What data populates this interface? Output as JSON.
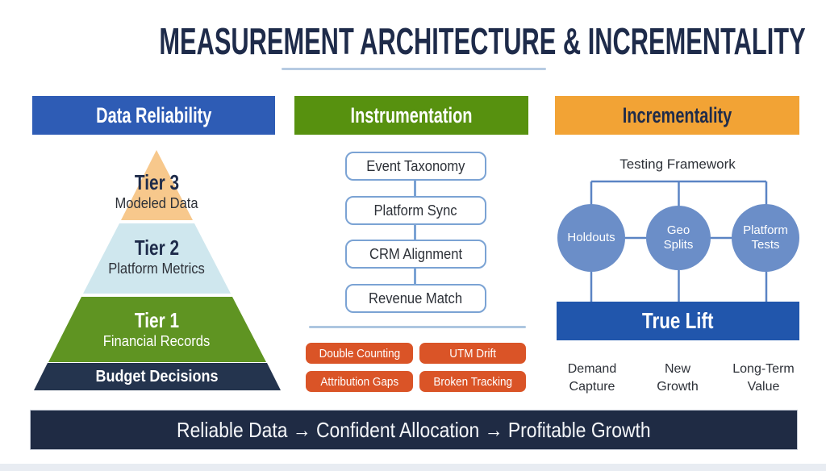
{
  "title": "MEASUREMENT ARCHITECTURE & INCREMENTALITY",
  "colors": {
    "title-navy": "#1e2b4a",
    "blue-header": "#2e5cb5",
    "green-header": "#57910f",
    "orange-header": "#f2a335",
    "peach-tier": "#f7c88c",
    "lightblue-tier": "#cfe7ee",
    "green-tier": "#5f9422",
    "navy-base": "#24344e",
    "box-border": "#7ba3d4",
    "connector": "#5b84c4",
    "divider": "#adc6e0",
    "orange-chip": "#da5427",
    "circle-blue": "#6b8ec8",
    "truelift-blue": "#2156ac",
    "footer-navy": "#1f2b44",
    "strip": "#e8ecf2",
    "text-dark": "#2d3138",
    "underline": "#b6cbe2"
  },
  "reliability": {
    "header": "Data Reliability",
    "tiers": [
      {
        "name": "Tier 3",
        "label": "Modeled Data"
      },
      {
        "name": "Tier 2",
        "label": "Platform Metrics"
      },
      {
        "name": "Tier 1",
        "label": "Financial Records"
      }
    ],
    "base": "Budget Decisions"
  },
  "instrumentation": {
    "header": "Instrumentation",
    "steps": [
      "Event Taxonomy",
      "Platform Sync",
      "CRM Alignment",
      "Revenue Match"
    ],
    "issues": [
      "Double Counting",
      "UTM Drift",
      "Attribution Gaps",
      "Broken Tracking"
    ]
  },
  "incrementality": {
    "header": "Incrementality",
    "framework_label": "Testing Framework",
    "tests": [
      "Holdouts",
      "Geo Splits",
      "Platform Tests"
    ],
    "result": "True Lift",
    "outcomes": [
      "Demand Capture",
      "New Growth",
      "Long-Term Value"
    ]
  },
  "footer": "Reliable Data → Confident Allocation → Profitable Growth"
}
